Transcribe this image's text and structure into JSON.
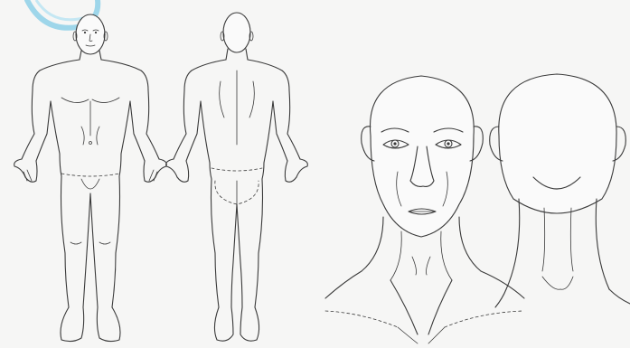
{
  "sheet": {
    "figures": [
      {
        "view": "anterior-full-body",
        "icon": "body-front-figure"
      },
      {
        "view": "posterior-full-body",
        "icon": "body-back-figure"
      },
      {
        "view": "head-neck-front",
        "icon": "head-front-figure"
      },
      {
        "view": "head-neck-back",
        "icon": "head-back-figure"
      }
    ],
    "watermark_color": "#9ed6ea",
    "line_color": "#3a3a3a",
    "paper_color": "#f6f6f5"
  }
}
